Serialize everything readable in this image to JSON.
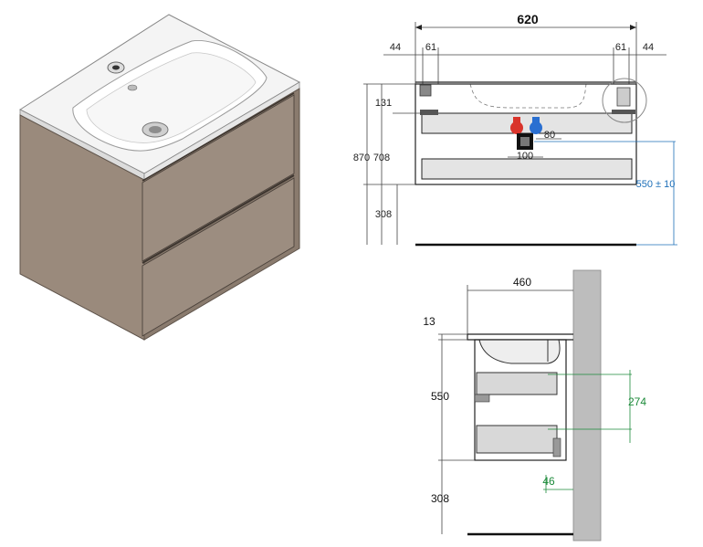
{
  "front_view": {
    "total_width": "620",
    "side_left": "44",
    "inner_left": "61",
    "inner_right": "61",
    "side_right": "44",
    "top_height": "131",
    "total_height": "870",
    "cabinet_height": "708",
    "floor_height": "308",
    "pipe_offset": "80",
    "drain_width": "100",
    "drain_height": "550 ± 10"
  },
  "side_view": {
    "depth": "460",
    "top_thickness": "13",
    "cabinet_height": "550",
    "rail_spacing": "274",
    "rail_offset": "46",
    "floor_height": "308"
  },
  "colors": {
    "cabinet": "#9a8a7c",
    "cabinet_dark": "#7d6e62",
    "basin": "#ffffff",
    "wall": "#bdbdbd",
    "blue_dim": "#1d6fb8",
    "green_dim": "#1c8a3a",
    "hot": "#d9342b",
    "cold": "#2a6fd1"
  }
}
